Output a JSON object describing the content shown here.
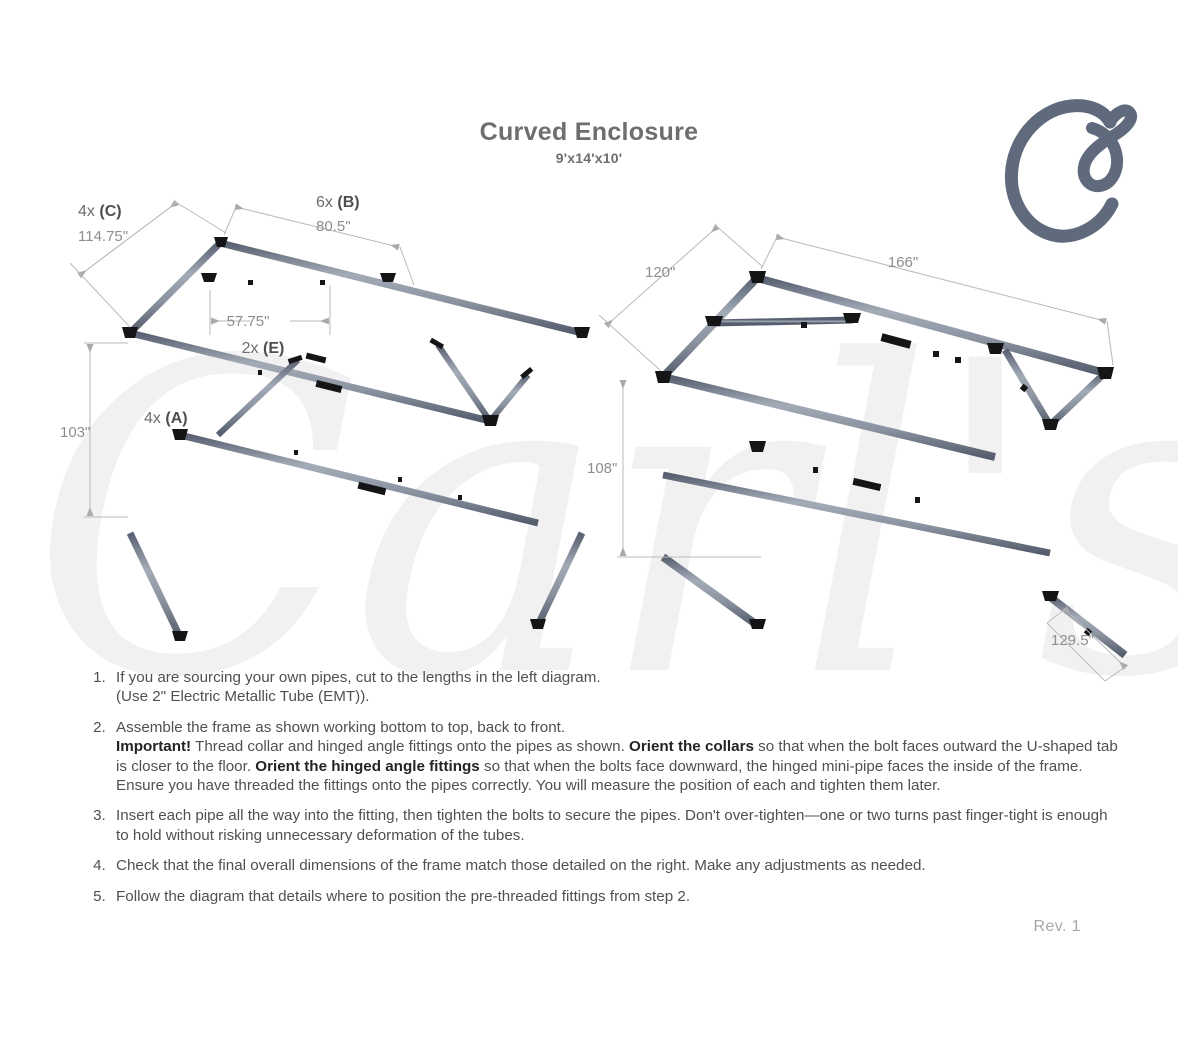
{
  "document": {
    "title": "Curved Enclosure",
    "subtitle": "9'x14'x10'",
    "revision": "Rev. 1",
    "watermark": "Carl's",
    "logo_glyph": "C"
  },
  "left_diagram": {
    "name": "cut-lengths-diagram",
    "annotations": [
      {
        "id": "c",
        "qty": "4x",
        "part": "(C)",
        "value": "114.75\""
      },
      {
        "id": "b",
        "qty": "6x",
        "part": "(B)",
        "value": "80.5\""
      },
      {
        "id": "e",
        "qty": "2x",
        "part": "(E)",
        "value": "57.75\""
      },
      {
        "id": "a",
        "qty": "4x",
        "part": "(A)",
        "value": "103\""
      }
    ],
    "label_c_qty": "4x",
    "label_c_part": "(C)",
    "label_c_value": "114.75\"",
    "label_b_qty": "6x",
    "label_b_part": "(B)",
    "label_b_value": "80.5\"",
    "label_e_qty": "2x",
    "label_e_part": "(E)",
    "label_e_value": "57.75\"",
    "label_a_qty": "4x",
    "label_a_part": "(A)",
    "label_a_value": "103\""
  },
  "right_diagram": {
    "name": "overall-dimensions-diagram",
    "dim_height": "108\"",
    "dim_slope": "120\"",
    "dim_length": "166\"",
    "dim_depth": "129.5\""
  },
  "instructions": {
    "steps": [
      {
        "lines": [
          "If you are sourcing your own pipes, cut to the lengths in the left diagram.",
          "(Use 2\" Electric Metallic Tube (EMT))."
        ]
      },
      {
        "lines": [
          "Assemble the frame as shown working bottom to top, back to front."
        ],
        "rich": true,
        "bold_1": "Important!",
        "text_1": " Thread collar and hinged angle fittings onto the pipes as shown. ",
        "bold_2": "Orient the collars",
        "text_2": " so that when the bolt faces outward the U-shaped tab is closer to the floor. ",
        "bold_3": "Orient the hinged angle fittings",
        "text_3": " so that when the bolts face downward, the hinged mini-pipe faces the inside of the frame. Ensure you have threaded the fittings onto the pipes correctly. You will measure the position of each and tighten them later."
      },
      {
        "lines": [
          "Insert each pipe all the way into the fitting, then tighten the bolts to secure the pipes. Don't over-tighten—one or two turns past finger-tight is enough to hold without risking unnecessary deformation of the tubes."
        ]
      },
      {
        "lines": [
          "Check that the final overall dimensions of the frame match those detailed on the right. Make any adjustments as needed."
        ]
      },
      {
        "lines": [
          "Follow the diagram that details where to position the pre-threaded fittings from step 2."
        ]
      }
    ]
  },
  "colors": {
    "pipe_dark": "#5a6270",
    "pipe_light": "#9aa3b0",
    "fitting": "#151517",
    "dimension_line": "#b9babc",
    "dimension_text": "#8d8e90",
    "title_text": "#6d6e70",
    "body_text": "#4f5052",
    "logo": "#5f6b7d",
    "watermark": "#f1f1f1",
    "background": "#ffffff"
  }
}
